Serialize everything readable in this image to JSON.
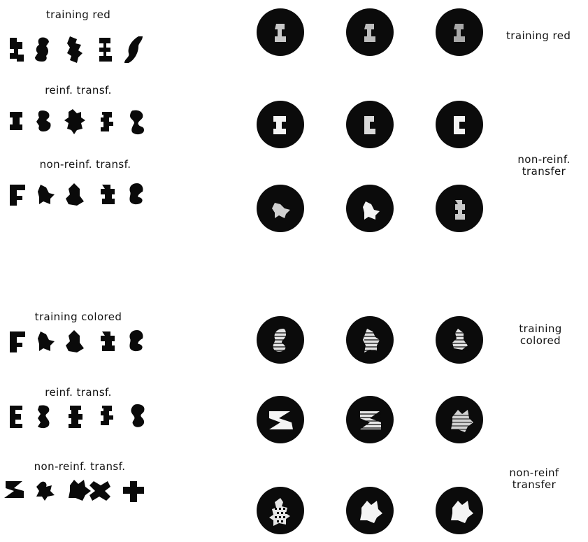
{
  "left_panel": {
    "groups": [
      {
        "label": "training red",
        "shape_count": 5
      },
      {
        "label": "reinf. transf.",
        "shape_count": 5
      },
      {
        "label": "non-reinf. transf.",
        "shape_count": 5
      },
      {
        "label": "training colored",
        "shape_count": 5
      },
      {
        "label": "reinf. transf.",
        "shape_count": 5
      },
      {
        "label": "non-reinf. transf.",
        "shape_count": 5
      }
    ]
  },
  "right_panel": {
    "row_labels": [
      {
        "line1": "training red",
        "line2": ""
      },
      {
        "line1": "non-reinf.",
        "line2": "transfer"
      },
      {
        "line1": "training",
        "line2": "colored"
      },
      {
        "line1": "non-reinf",
        "line2": "transfer"
      }
    ],
    "disc_rows": 6,
    "discs_per_row": 3
  },
  "colors": {
    "shape": "#0a0a0a",
    "disc": "#0b0b0b",
    "inner_light": "#d9d9d9",
    "inner_white": "#f4f4f4"
  }
}
